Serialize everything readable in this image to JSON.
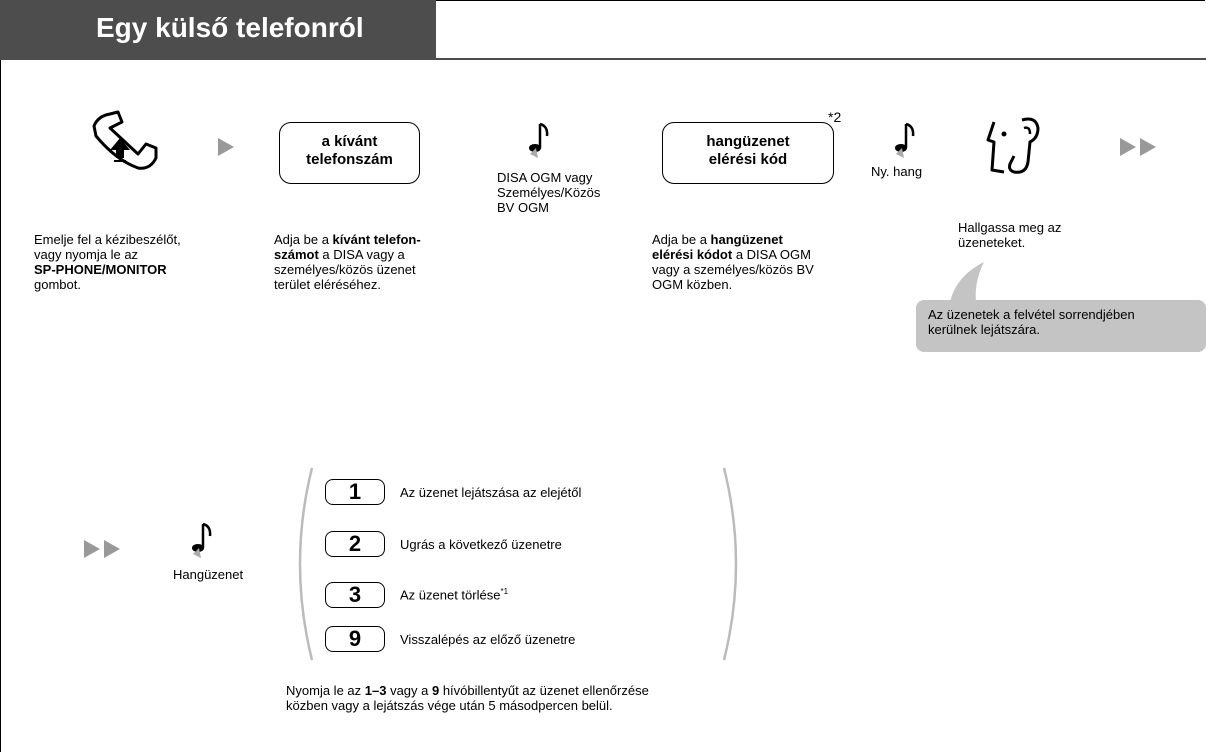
{
  "header": {
    "title": "Egy külső telefonról"
  },
  "steps": {
    "lift": {
      "line1": "Emelje fel a kézibeszélőt,",
      "line2": "vagy nyomja le az",
      "line3": "SP-PHONE/MONITOR",
      "line4": "gombot."
    },
    "number_key": {
      "line1": "a kívánt",
      "line2": "telefonszám"
    },
    "number_desc": {
      "line1a": "Adja be a ",
      "line1b": "kívánt telefon-",
      "line2a": "számot",
      "line2b": " a DISA vagy a",
      "line3": "személyes/közös üzenet",
      "line4": "terület eléréséhez."
    },
    "disa": {
      "line1": "DISA OGM vagy",
      "line2": "Személyes/Közös",
      "line3": "BV OGM"
    },
    "code_key": {
      "line1": "hangüzenet",
      "line2": "elérési kód",
      "sup": "*2"
    },
    "code_desc": {
      "line1": "Adja be a ",
      "line1b": "hangüzenet",
      "line2a": "elérési kódot",
      "line2b": " a DISA OGM",
      "line3": "vagy a személyes/közös BV",
      "line4": "OGM közben."
    },
    "tone": "Ny. hang",
    "listen": {
      "line1": "Hallgassa meg az",
      "line2": "üzeneteket."
    },
    "note": {
      "line1": "Az üzenetek a felvétel sorrendjében",
      "line2": "kerülnek lejátszára."
    }
  },
  "bottom": {
    "voice_label": "Hangüzenet",
    "options": [
      {
        "key": "1",
        "label": "Az üzenet lejátszása az elejétől",
        "sup": ""
      },
      {
        "key": "2",
        "label": "Ugrás a következő üzenetre",
        "sup": ""
      },
      {
        "key": "3",
        "label": "Az üzenet törlése",
        "sup": "*1"
      },
      {
        "key": "9",
        "label": "Visszalépés az előző üzenetre",
        "sup": ""
      }
    ],
    "footer": {
      "l1a": "Nyomja le az ",
      "l1b": "1–3",
      "l1c": " vagy a ",
      "l1d": "9",
      "l1e": " hívóbillentyűt az üzenet ellenőrzése",
      "l2": "közben vagy a lejátszás vége után 5 másodpercen belül."
    }
  }
}
